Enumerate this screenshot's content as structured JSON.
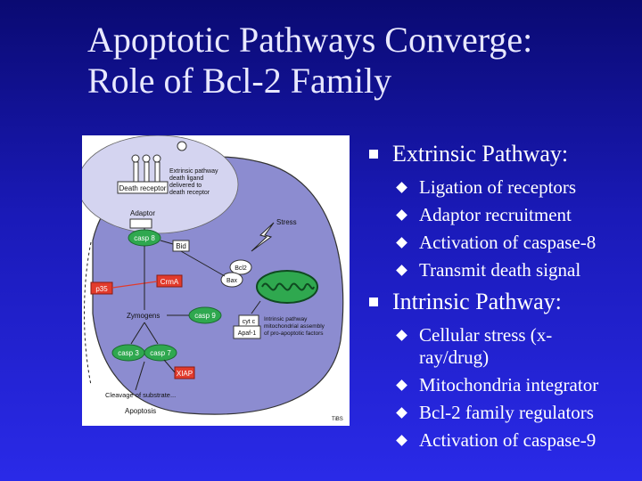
{
  "title": {
    "line1": "Apoptotic Pathways Converge:",
    "line2": "Role of Bcl-2 Family"
  },
  "diagram": {
    "extrinsic_label": "Extrinsic pathway\ndeath ligand\ndelivered to\ndeath receptor",
    "death_receptor": "Death receptor",
    "adaptor": "Adaptor",
    "casp8": "casp 8",
    "bid": "Bid",
    "stress": "Stress",
    "bcl2": "Bcl2",
    "bax": "Bax",
    "p35": "p35",
    "crma": "CrmA",
    "zymogens": "Zymogens",
    "casp9": "casp 9",
    "cytc": "cyt c",
    "apaf1": "Apaf-1",
    "intrinsic_label": "Intrinsic pathway\nmitochondrial assembly\nof pro-apoptotic factors",
    "casp3": "casp 3",
    "casp7": "casp 7",
    "xiap": "XIAP",
    "cleavage": "Cleavage of substrate...",
    "apoptosis": "Apoptosis",
    "tibs": "TiBS"
  },
  "bullets": [
    {
      "label": "Extrinsic Pathway:",
      "items": [
        "Ligation of receptors",
        "Adaptor recruitment",
        "Activation of caspase-8",
        "Transmit death signal"
      ]
    },
    {
      "label": "Intrinsic Pathway:",
      "items": [
        "Cellular stress (x-ray/drug)",
        "Mitochondria integrator",
        "Bcl-2 family regulators",
        "Activation of caspase-9"
      ]
    }
  ],
  "colors": {
    "background_top": "#0a0a72",
    "background_bottom": "#2a2ae8",
    "cell_fill": "#8c8cd0",
    "caspase_green": "#2fa84f",
    "inhibitor_red": "#e23b2c"
  }
}
